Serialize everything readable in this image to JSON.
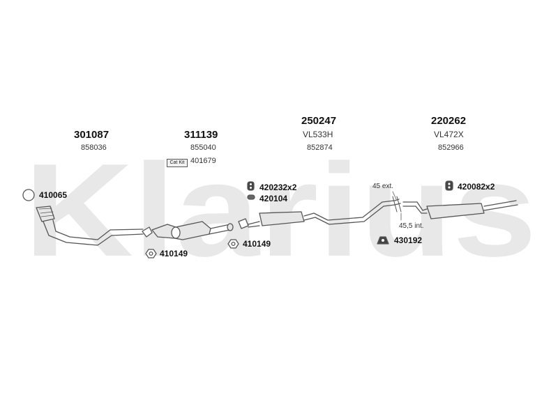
{
  "watermark": "Klarius",
  "sections": [
    {
      "part_number": "301087",
      "ref": "858036"
    },
    {
      "part_number": "311139",
      "ref": "855040"
    },
    {
      "part_number": "250247",
      "code": "VL533H",
      "ref": "852874"
    },
    {
      "part_number": "220262",
      "code": "VL472X",
      "ref": "852966"
    }
  ],
  "cat_kit": {
    "badge": "Cat Kit",
    "number": "401679"
  },
  "accessories": {
    "ring_gasket": "410065",
    "gasket_left": "410149",
    "gasket_mid": "410149",
    "mount_pair_a": "420232x2",
    "clamp": "420104",
    "hanger": "430192",
    "mount_pair_b": "420082x2"
  },
  "notes": {
    "ext": "45 ext.",
    "int": "45,5 int."
  },
  "colors": {
    "watermark": "#e8e8e8",
    "line": "#555555",
    "fill": "#e6e6e6"
  }
}
